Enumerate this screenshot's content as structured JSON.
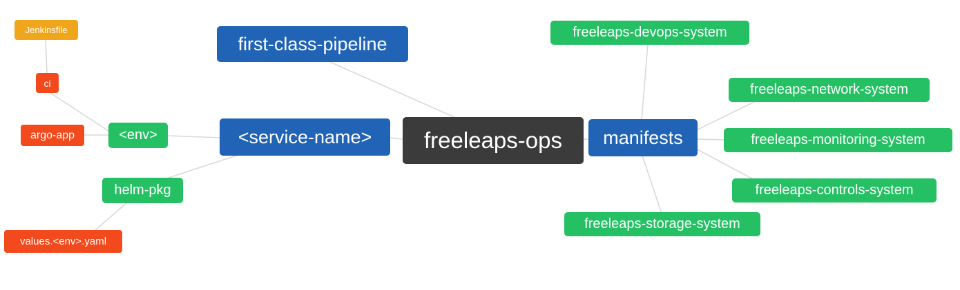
{
  "colors": {
    "root_bg": "#3b3b3b",
    "branch_bg": "#2163b4",
    "leaf_green_bg": "#24c063",
    "leaf_orange_bg": "#f2491d",
    "leaf_amber_bg": "#f0a61c",
    "edge": "#d9d9d9",
    "node_text": "#ffffff",
    "page_bg": "#ffffff"
  },
  "nodes": {
    "freeleaps_ops": {
      "label": "freeleaps-ops"
    },
    "first_class_pipeline": {
      "label": "first-class-pipeline"
    },
    "service_name": {
      "label": "<service-name>"
    },
    "manifests": {
      "label": "manifests"
    },
    "env": {
      "label": "<env>"
    },
    "helm_pkg": {
      "label": "helm-pkg"
    },
    "argo_app": {
      "label": "argo-app"
    },
    "ci": {
      "label": "ci"
    },
    "jenkinsfile": {
      "label": "Jenkinsfile"
    },
    "values_env_yaml": {
      "label": "values.<env>.yaml"
    },
    "devops_system": {
      "label": "freeleaps-devops-system"
    },
    "network_system": {
      "label": "freeleaps-network-system"
    },
    "monitoring_system": {
      "label": "freeleaps-monitoring-system"
    },
    "controls_system": {
      "label": "freeleaps-controls-system"
    },
    "storage_system": {
      "label": "freeleaps-storage-system"
    }
  },
  "edges": [
    {
      "from": "Jenkinsfile",
      "to": "ci"
    },
    {
      "from": "ci",
      "to": "<env>"
    },
    {
      "from": "argo-app",
      "to": "<env>"
    },
    {
      "from": "<env>",
      "to": "<service-name>"
    },
    {
      "from": "helm-pkg",
      "to": "<service-name>"
    },
    {
      "from": "values.<env>.yaml",
      "to": "helm-pkg"
    },
    {
      "from": "first-class-pipeline",
      "to": "freeleaps-ops"
    },
    {
      "from": "<service-name>",
      "to": "freeleaps-ops"
    },
    {
      "from": "freeleaps-ops",
      "to": "manifests"
    },
    {
      "from": "manifests",
      "to": "freeleaps-devops-system"
    },
    {
      "from": "manifests",
      "to": "freeleaps-network-system"
    },
    {
      "from": "manifests",
      "to": "freeleaps-monitoring-system"
    },
    {
      "from": "manifests",
      "to": "freeleaps-controls-system"
    },
    {
      "from": "manifests",
      "to": "freeleaps-storage-system"
    }
  ]
}
